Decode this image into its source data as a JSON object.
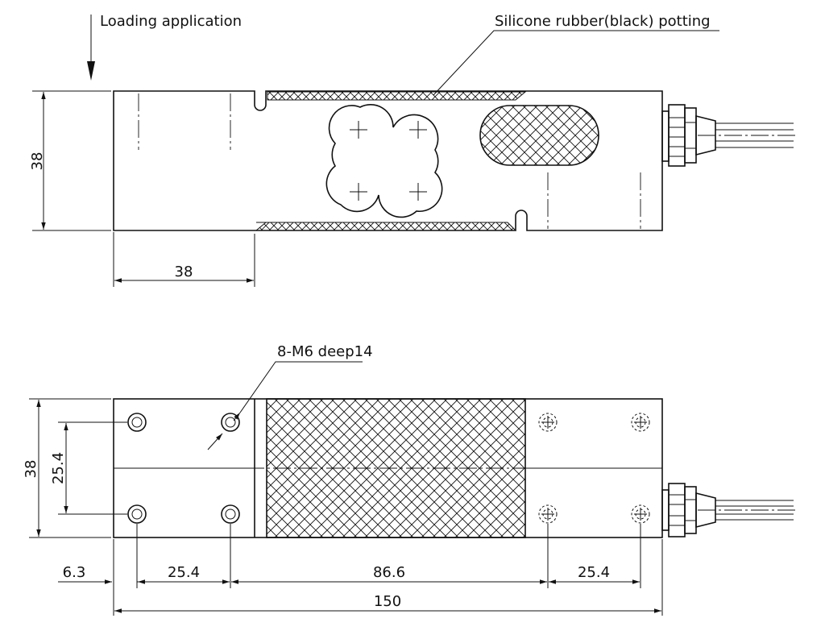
{
  "labels": {
    "loading_application": "Loading application",
    "potting_note": "Silicone rubber(black) potting",
    "thread_note": "8-M6 deep14"
  },
  "dimensions": {
    "side_height": "38",
    "side_length": "38",
    "bottom_height": "38",
    "bottom_hole_spacing_vertical": "25.4",
    "edge_offset": "6.3",
    "left_hole_spacing": "25.4",
    "middle_spacing": "86.6",
    "right_hole_spacing": "25.4",
    "overall_length": "150"
  },
  "colors": {
    "line": "#111111",
    "background": "#ffffff"
  }
}
